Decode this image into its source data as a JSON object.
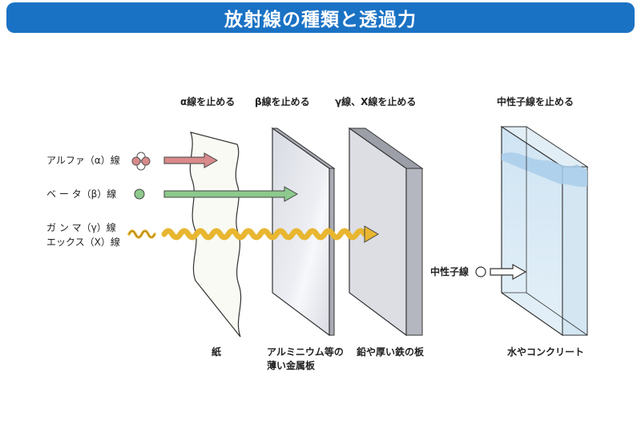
{
  "title": "放射線の種類と透過力",
  "top_labels": {
    "alpha_stop": "α線を止める",
    "beta_stop": "β線を止める",
    "gamma_stop": "γ線、X線を止める",
    "neutron_stop": "中性子線を止める"
  },
  "radiation_labels": {
    "alpha": "アルファ（α）線",
    "beta": "ベ ー タ（β）線",
    "gamma": "ガ ン マ（γ）線",
    "xray": "エックス（X）線",
    "neutron": "中性子線"
  },
  "materials": {
    "paper": "紙",
    "aluminum_line1": "アルミニウム等の",
    "aluminum_line2": "薄い金属板",
    "lead": "鉛や厚い鉄の板",
    "water": "水やコンクリート"
  },
  "colors": {
    "title_bg": "#1a72c4",
    "alpha": "#d98a8a",
    "beta": "#8dc98d",
    "gamma": "#e8b630"
  }
}
